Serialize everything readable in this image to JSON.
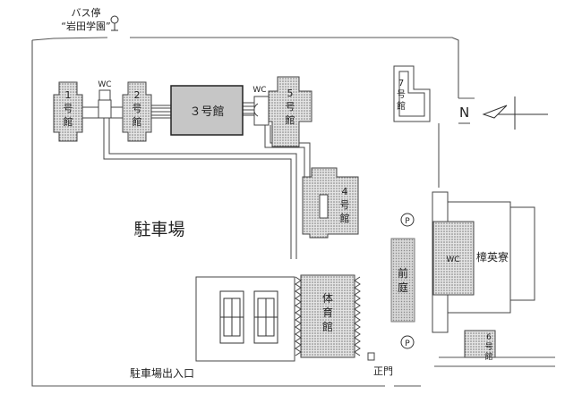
{
  "bus_stop": {
    "line1": "バス停",
    "line2": "“岩田学園”"
  },
  "north_label": "N",
  "parking": "駐車場",
  "parking_entrance": "駐車場出入口",
  "main_gate": "正門",
  "front_garden": "前庭",
  "dormitory": "樟英寮",
  "gymnasium": "体育館",
  "wc_label": "WC",
  "parking_marker": "P",
  "buildings": {
    "b1": {
      "num": "1",
      "suffix": "号館",
      "glyph1": "号",
      "glyph2": "館"
    },
    "b2": {
      "num": "2",
      "glyph1": "号",
      "glyph2": "館"
    },
    "b3": "３号館",
    "b4": {
      "num": "4",
      "glyph1": "号",
      "glyph2": "館"
    },
    "b5": {
      "num": "5",
      "glyph1": "号",
      "glyph2": "館"
    },
    "b6": {
      "num": "6",
      "glyph1": "号",
      "glyph2": "館"
    },
    "b7": {
      "num": "7",
      "glyph1": "号",
      "glyph2": "館"
    }
  },
  "colors": {
    "building_fill": "#c9c9c9",
    "outline": "#444444"
  }
}
